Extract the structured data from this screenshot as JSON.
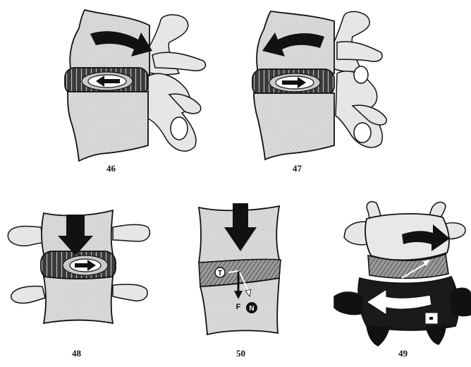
{
  "figures": [
    {
      "id": "46",
      "label": "46"
    },
    {
      "id": "47",
      "label": "47"
    },
    {
      "id": "48",
      "label": "48"
    },
    {
      "id": "50",
      "label": "50",
      "annotations": {
        "t": "T",
        "f": "F",
        "n": "N"
      }
    },
    {
      "id": "49",
      "label": "49"
    }
  ],
  "colors": {
    "bone": "#d6d6d6",
    "bone_light": "#e4e4e4",
    "outline": "#111111",
    "disc_dark": "#2a2a2a",
    "disc_hatch": "#8a8a8a",
    "arrow": "#111111",
    "paper": "#ffffff"
  }
}
